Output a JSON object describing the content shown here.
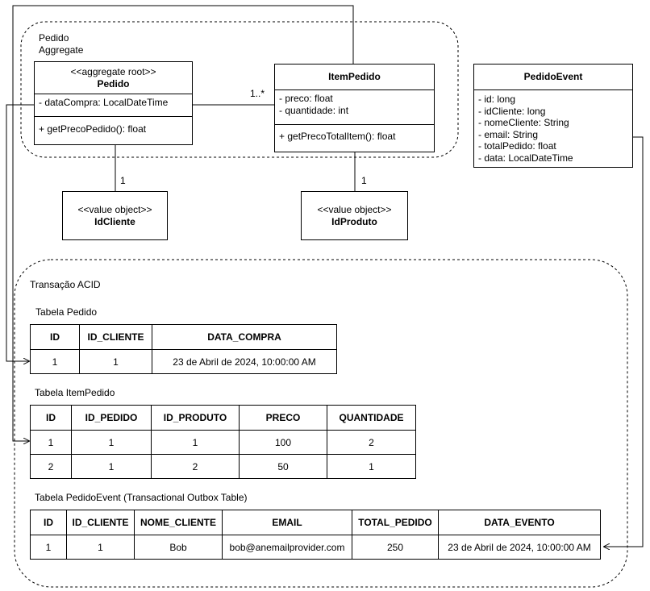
{
  "aggregate": {
    "title_line1": "Pedido",
    "title_line2": "Aggregate"
  },
  "pedido_class": {
    "stereotype": "<<aggregate root>>",
    "name": "Pedido",
    "attributes": [
      "- dataCompra: LocalDateTime"
    ],
    "methods": [
      "+ getPrecoPedido(): float"
    ]
  },
  "item_pedido_class": {
    "name": "ItemPedido",
    "attributes": [
      "- preco: float",
      "- quantidade: int"
    ],
    "methods": [
      "+ getPrecoTotalItem(): float"
    ]
  },
  "pedido_event_class": {
    "name": "PedidoEvent",
    "attributes": [
      "- id: long",
      "- idCliente: long",
      "- nomeCliente: String",
      "- email: String",
      "- totalPedido: float",
      "- data: LocalDateTime"
    ]
  },
  "id_cliente_vo": {
    "stereotype": "<<value object>>",
    "name": "IdCliente"
  },
  "id_produto_vo": {
    "stereotype": "<<value object>>",
    "name": "IdProduto"
  },
  "multiplicities": {
    "pedido_item": "1..*",
    "pedido_cliente": "1",
    "item_produto": "1"
  },
  "transaction": {
    "title": "Transação ACID"
  },
  "table_pedido": {
    "title": "Tabela Pedido",
    "columns": [
      "ID",
      "ID_CLIENTE",
      "DATA_COMPRA"
    ],
    "rows": [
      [
        "1",
        "1",
        "23 de Abril de 2024, 10:00:00 AM"
      ]
    ]
  },
  "table_item_pedido": {
    "title": "Tabela ItemPedido",
    "columns": [
      "ID",
      "ID_PEDIDO",
      "ID_PRODUTO",
      "PRECO",
      "QUANTIDADE"
    ],
    "rows": [
      [
        "1",
        "1",
        "1",
        "100",
        "2"
      ],
      [
        "2",
        "1",
        "2",
        "50",
        "1"
      ]
    ]
  },
  "table_pedido_event": {
    "title": "Tabela PedidoEvent (Transactional Outbox Table)",
    "columns": [
      "ID",
      "ID_CLIENTE",
      "NOME_CLIENTE",
      "EMAIL",
      "TOTAL_PEDIDO",
      "DATA_EVENTO"
    ],
    "rows": [
      [
        "1",
        "1",
        "Bob",
        "bob@anemailprovider.com",
        "250",
        "23 de Abril de 2024, 10:00:00 AM"
      ]
    ]
  }
}
